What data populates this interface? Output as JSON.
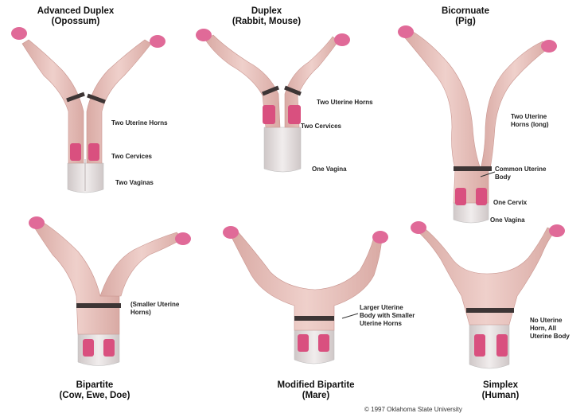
{
  "panels": [
    {
      "title_line1": "Advanced Duplex",
      "title_line2": "(Opossum)",
      "labels": [
        "Two Uterine Horns",
        "Two Cervices",
        "Two Vaginas"
      ]
    },
    {
      "title_line1": "Duplex",
      "title_line2": "(Rabbit, Mouse)",
      "labels": [
        "Two Uterine Horns",
        "Two Cervices",
        "One Vagina"
      ]
    },
    {
      "title_line1": "Bicornuate",
      "title_line2": "(Pig)",
      "labels": [
        "Two Uterine",
        "Horns (long)",
        "Common Uterine",
        "Body",
        "One Cervix",
        "One Vagina"
      ]
    },
    {
      "title_line1": "Bipartite",
      "title_line2": "(Cow, Ewe, Doe)",
      "labels": [
        "(Smaller Uterine",
        "Horns)"
      ]
    },
    {
      "title_line1": "Modified Bipartite",
      "title_line2": "(Mare)",
      "labels": [
        "Larger Uterine",
        "Body with Smaller",
        "Uterine Horns"
      ]
    },
    {
      "title_line1": "Simplex",
      "title_line2": "(Human)",
      "labels": [
        "No Uterine",
        "Horn, All",
        "Uterine Body"
      ]
    }
  ],
  "copyright": "© 1997 Oklahoma State University",
  "colors": {
    "tissue": "#e9c2bd",
    "tissue_dark": "#c99590",
    "ovary": "#e06a98",
    "cervix": "#d9507f",
    "vagina": "#e4e0e0",
    "band": "#3d3535"
  }
}
